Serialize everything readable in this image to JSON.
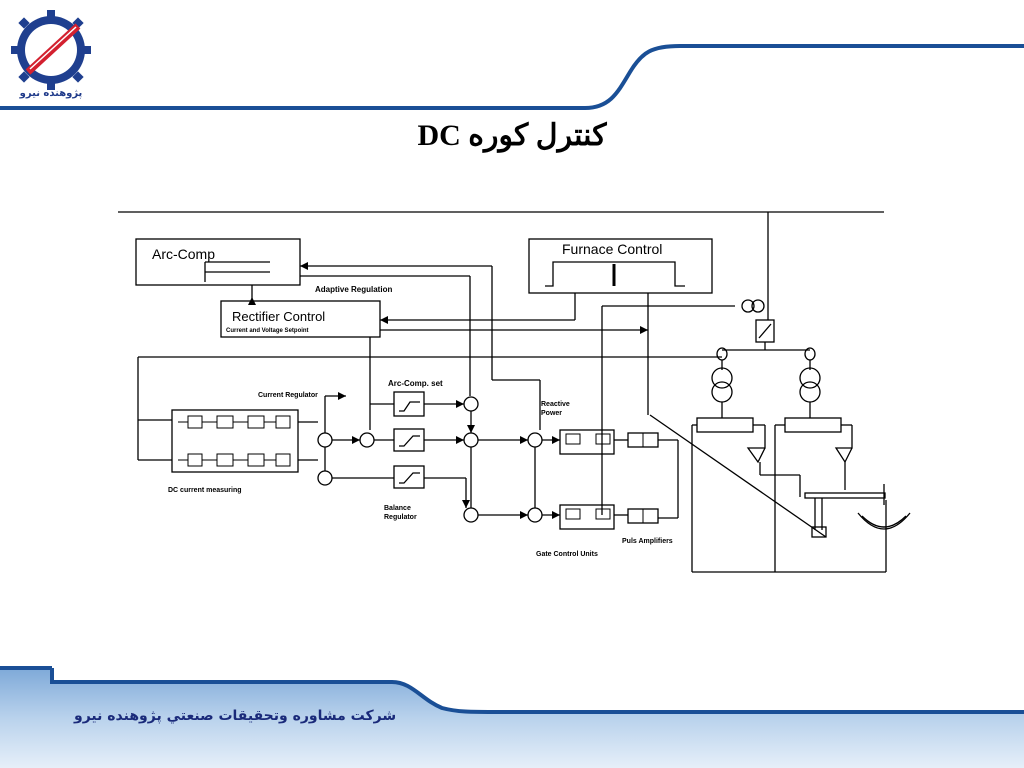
{
  "logo": {
    "caption": "پژوهنده نیرو"
  },
  "slide": {
    "title": "کنترل کوره DC"
  },
  "footer": {
    "company": "شرکت مشاوره وتحقیقات صنعتي پژوهنده نيرو"
  },
  "diagram": {
    "arc_comp": "Arc-Comp",
    "furnace_control": "Furnace Control",
    "adaptive_regulation": "Adaptive Regulation",
    "rectifier_control": "Rectifier Control",
    "current_voltage_setpoint": "Current and Voltage Setpoint",
    "current_regulator": "Current Regulator",
    "arc_comp_set": "Arc-Comp. set",
    "reactive_power": "Reactive Power",
    "dc_current_measuring": "DC current measuring",
    "balance_regulator": "Balance Regulator",
    "puls_amplifiers": "Puls Amplifiers",
    "gate_control_units": "Gate Control Units"
  }
}
